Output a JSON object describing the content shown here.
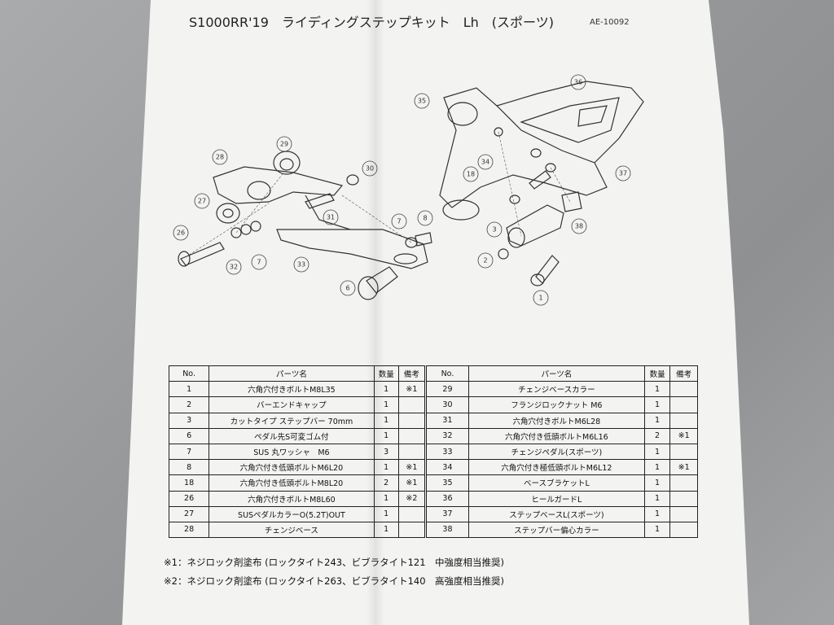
{
  "header": {
    "title": "S1000RR'19　ライディングステップキット　Lh　(スポーツ)",
    "doc_number": "AE-10092"
  },
  "diagram": {
    "callouts": [
      "1",
      "2",
      "3",
      "6",
      "7",
      "8",
      "18",
      "26",
      "27",
      "28",
      "29",
      "30",
      "31",
      "32",
      "33",
      "34",
      "35",
      "36",
      "37",
      "38"
    ]
  },
  "table": {
    "headers": {
      "no": "No.",
      "name": "パーツ名",
      "qty": "数量",
      "note": "備考"
    },
    "left_rows": [
      {
        "no": "1",
        "name": "六角穴付きボルトM8L35",
        "qty": "1",
        "note": "※1"
      },
      {
        "no": "2",
        "name": "バーエンドキャップ",
        "qty": "1",
        "note": ""
      },
      {
        "no": "3",
        "name": "カットタイプ ステップバー 70mm",
        "qty": "1",
        "note": ""
      },
      {
        "no": "6",
        "name": "ペダル先S可変ゴム付",
        "qty": "1",
        "note": ""
      },
      {
        "no": "7",
        "name": "SUS 丸ワッシャ　M6",
        "qty": "3",
        "note": ""
      },
      {
        "no": "8",
        "name": "六角穴付き低頭ボルトM6L20",
        "qty": "1",
        "note": "※1"
      },
      {
        "no": "18",
        "name": "六角穴付き低頭ボルトM8L20",
        "qty": "2",
        "note": "※1"
      },
      {
        "no": "26",
        "name": "六角穴付きボルトM8L60",
        "qty": "1",
        "note": "※2"
      },
      {
        "no": "27",
        "name": "SUSペダルカラーO(5.2T)OUT",
        "qty": "1",
        "note": ""
      },
      {
        "no": "28",
        "name": "チェンジベース",
        "qty": "1",
        "note": ""
      }
    ],
    "right_rows": [
      {
        "no": "29",
        "name": "チェンジベースカラー",
        "qty": "1",
        "note": ""
      },
      {
        "no": "30",
        "name": "フランジロックナット M6",
        "qty": "1",
        "note": ""
      },
      {
        "no": "31",
        "name": "六角穴付きボルトM6L28",
        "qty": "1",
        "note": ""
      },
      {
        "no": "32",
        "name": "六角穴付き低頭ボルトM6L16",
        "qty": "2",
        "note": "※1"
      },
      {
        "no": "33",
        "name": "チェンジペダル(スポーツ)",
        "qty": "1",
        "note": ""
      },
      {
        "no": "34",
        "name": "六角穴付き極低頭ボルトM6L12",
        "qty": "1",
        "note": "※1"
      },
      {
        "no": "35",
        "name": "ベースブラケットL",
        "qty": "1",
        "note": ""
      },
      {
        "no": "36",
        "name": "ヒールガードL",
        "qty": "1",
        "note": ""
      },
      {
        "no": "37",
        "name": "ステップベースL(スポーツ)",
        "qty": "1",
        "note": ""
      },
      {
        "no": "38",
        "name": "ステップバー偏心カラー",
        "qty": "1",
        "note": ""
      }
    ]
  },
  "notes": [
    "※1：ネジロック剤塗布 (ロックタイト243、ビブラタイト121　中強度相当推奨)",
    "※2：ネジロック剤塗布 (ロックタイト263、ビブラタイト140　高強度相当推奨)"
  ]
}
